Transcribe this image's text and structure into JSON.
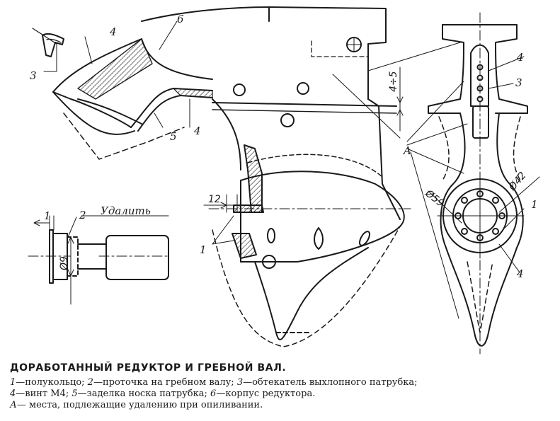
{
  "drawing": {
    "labels": {
      "n1_ring": "1",
      "n1_ring_b": "1",
      "n1_groove": "1",
      "n2_groove": "2",
      "n3_left": "3",
      "n3_right": "3",
      "n4_left": "4",
      "n4_mid": "4",
      "n4_right_top": "4",
      "n4_right_bottom": "4",
      "n5": "5",
      "n6": "6",
      "area_a": "A",
      "remove": "Удалить",
      "dim_12": "12",
      "dim_4_5": "4÷5",
      "dim_9": "Ø9",
      "dim_59": "Ø59",
      "dim_42": "Ø42"
    }
  },
  "caption": {
    "title": "ДОРАБОТАННЫЙ РЕДУКТОР И ГРЕБНОЙ ВАЛ.",
    "line1": [
      {
        "num": "1",
        "text": "—полукольцо; "
      },
      {
        "num": "2",
        "text": "—проточка на гребном валу; "
      },
      {
        "num": "3",
        "text": "—обтекатель выхлопного патрубка;"
      }
    ],
    "line2": [
      {
        "num": "4",
        "text": "—винт М4; "
      },
      {
        "num": "5",
        "text": "—заделка носка патрубка; "
      },
      {
        "num": "6",
        "text": "—корпус редуктора."
      }
    ],
    "line3": [
      {
        "num": "А",
        "text": "— места, подлежащие удалению при опиливании."
      }
    ]
  }
}
